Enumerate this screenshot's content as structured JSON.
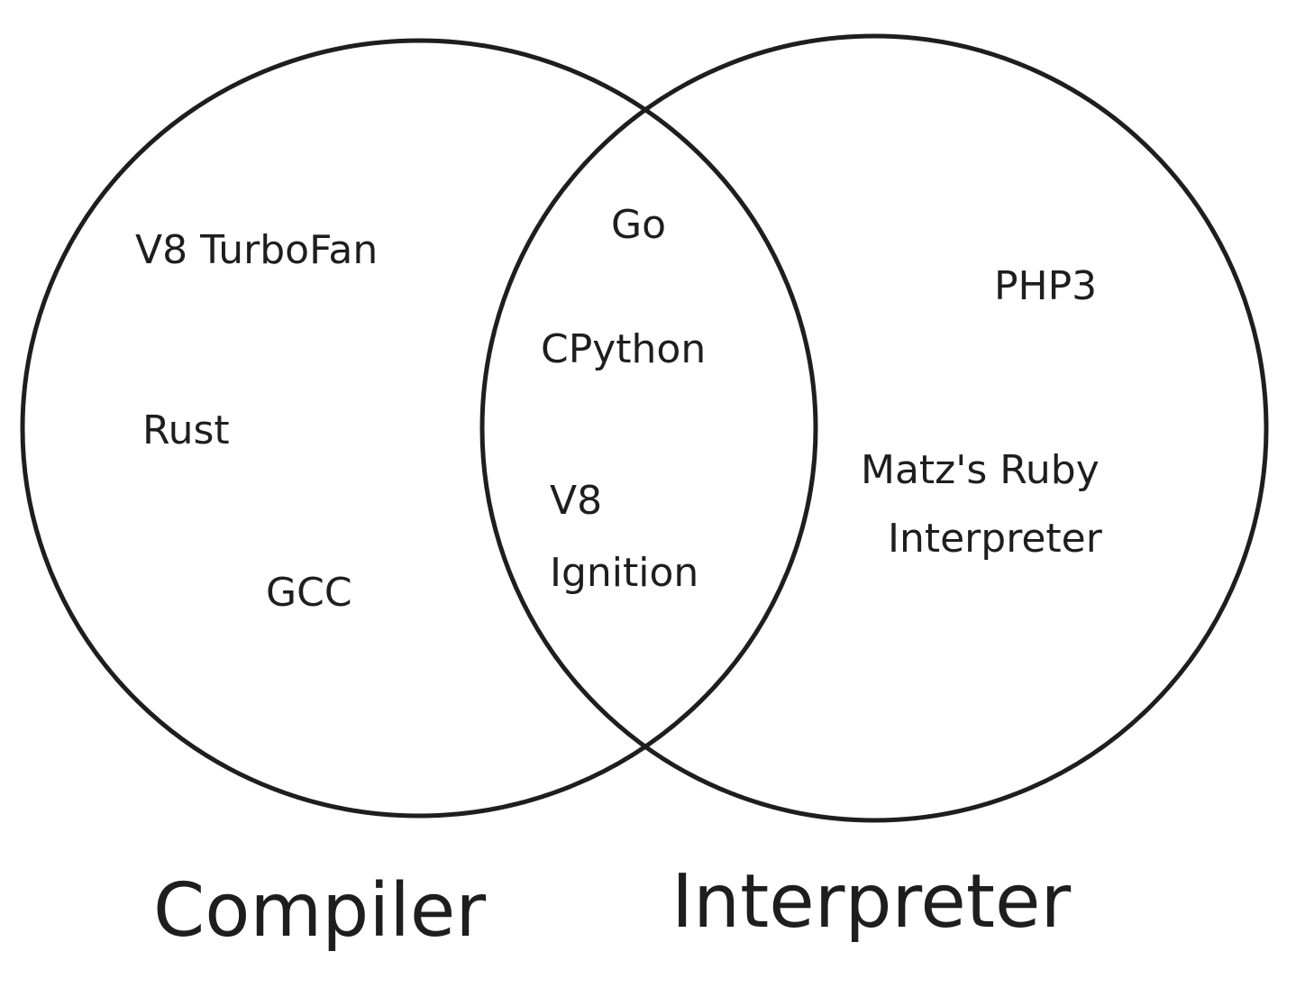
{
  "sets": {
    "left": {
      "label": "Compiler",
      "items": [
        "V8 TurboFan",
        "Rust",
        "GCC"
      ]
    },
    "right": {
      "label": "Interpreter",
      "items": [
        "PHP3",
        "Matz's Ruby",
        "Interpreter"
      ]
    },
    "overlap": {
      "items": [
        "Go",
        "CPython",
        "V8",
        "Ignition"
      ]
    }
  },
  "colors": {
    "stroke": "#1e1e1e",
    "background": "#ffffff"
  }
}
